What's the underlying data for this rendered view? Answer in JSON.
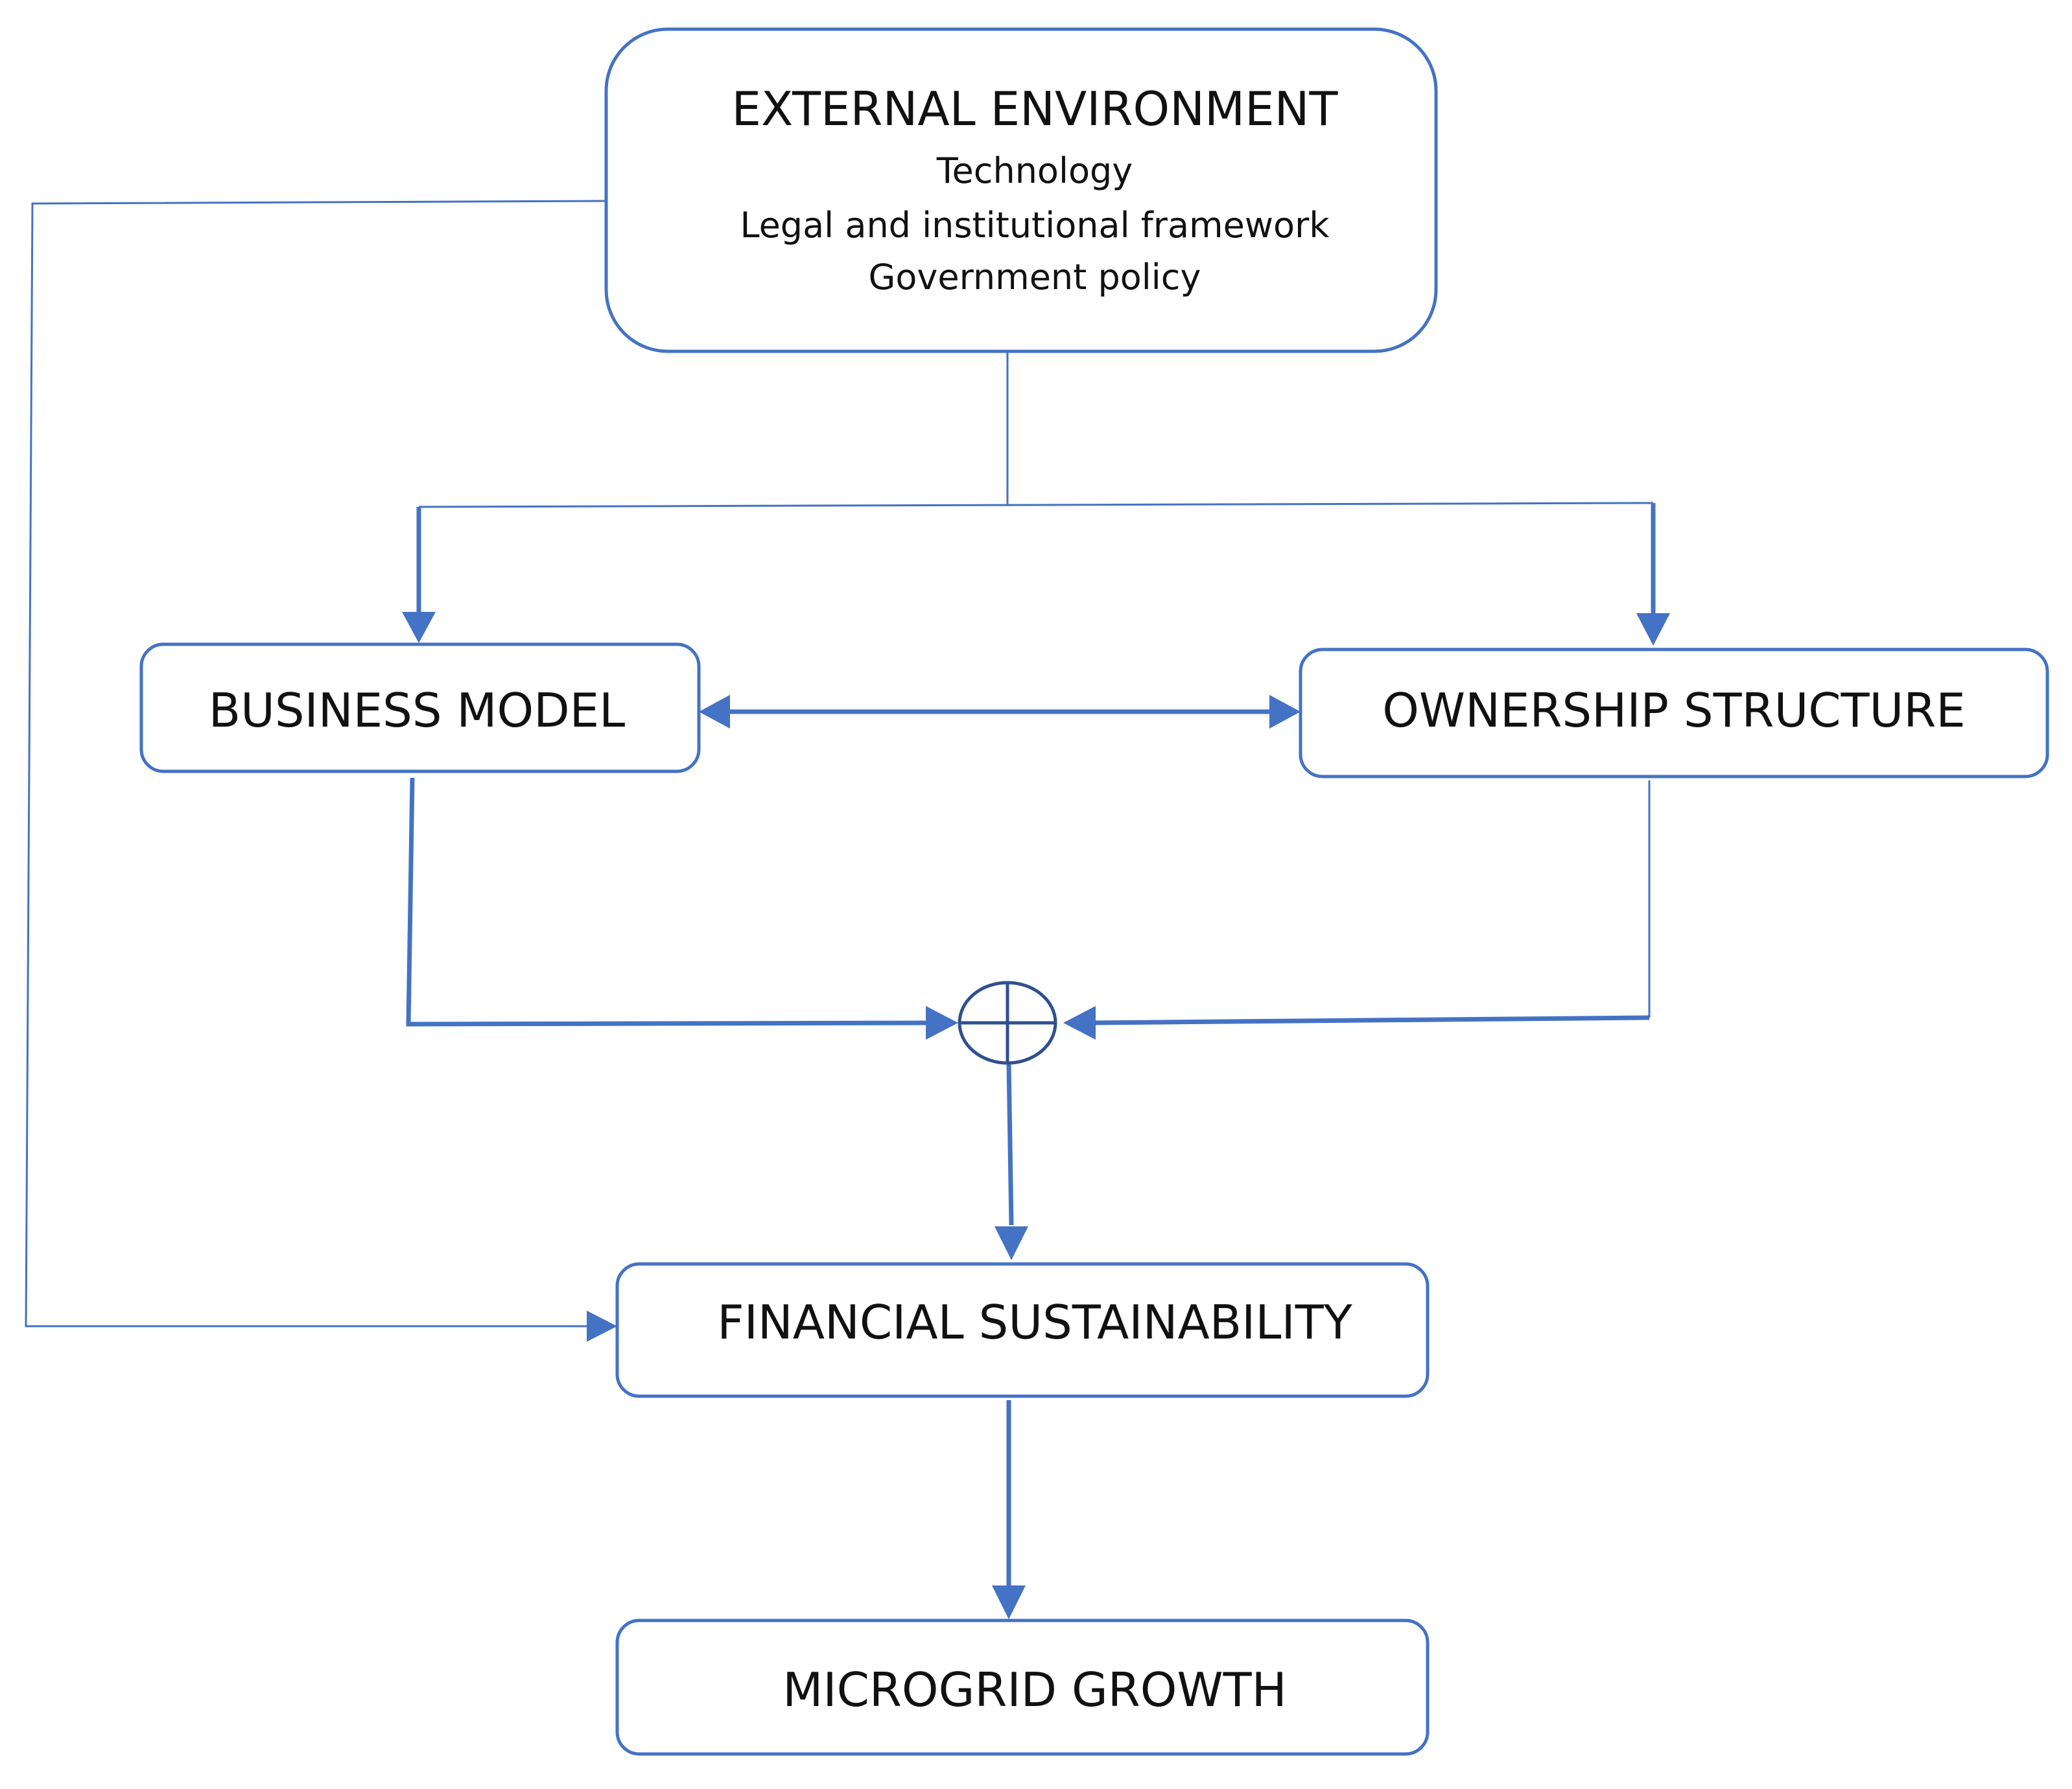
{
  "nodes": {
    "external_environment": {
      "title": "EXTERNAL ENVIRONMENT",
      "items": [
        "Technology",
        "Legal and institutional framework",
        "Government policy"
      ]
    },
    "business_model": {
      "title": "BUSINESS MODEL"
    },
    "ownership_structure": {
      "title": "OWNERSHIP STRUCTURE"
    },
    "financial_sustainability": {
      "title": "FINANCIAL SUSTAINABILITY"
    },
    "microgrid_growth": {
      "title": "MICROGRID GROWTH"
    }
  },
  "colors": {
    "line": "#4472c4",
    "junction": "#2f4f8f",
    "text": "#111111",
    "background": "#ffffff"
  }
}
